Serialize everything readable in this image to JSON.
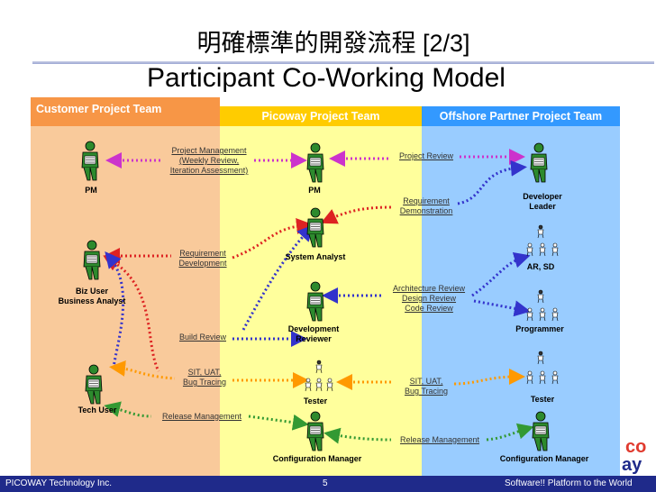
{
  "title": {
    "line1": "明確標準的開發流程  [2/3]",
    "line2": "Participant Co-Working Model"
  },
  "columns": {
    "customer": "Customer Project Team",
    "picoway": "Picoway Project Team",
    "offshore": "Offshore Partner Project Team"
  },
  "roles": {
    "customer_pm": "PM",
    "biz_user_1": "Biz User",
    "biz_user_2": "Business Analyst",
    "tech_user": "Tech User",
    "picoway_pm": "PM",
    "system_analyst": "System Analyst",
    "dev_reviewer_1": "Development",
    "dev_reviewer_2": "Reviewer",
    "picoway_tester": "Tester",
    "picoway_cm": "Configuration Manager",
    "dev_leader_1": "Developer",
    "dev_leader_2": "Leader",
    "ar_sd": "AR, SD",
    "programmer": "Programmer",
    "offshore_tester": "Tester",
    "offshore_cm": "Configuration Manager"
  },
  "links": {
    "pm_1": "Project Management",
    "pm_2": "(Weekly Review,",
    "pm_3": "Iteration Assessment)",
    "project_review": "Project Review",
    "req_demo_1": "Requirement",
    "req_demo_2": "Demonstration",
    "req_dev_1": "Requirement",
    "req_dev_2": "Development",
    "arch_1": "Architecture Review",
    "arch_2": "Design Review",
    "arch_3": "Code Review",
    "build_review": "Build Review",
    "sit_left_1": "SIT, UAT,",
    "sit_left_2": "Bug Tracing",
    "sit_right_1": "SIT, UAT,",
    "sit_right_2": "Bug Tracing",
    "release_left": "Release Management",
    "release_right": "Release Management"
  },
  "footer": {
    "company": "PICOWAY Technology Inc.",
    "page": "5",
    "slogan": "Software!! Platform to the World"
  },
  "colors": {
    "customer_bg": "#f9ca9b",
    "picoway_bg": "#ffff9c",
    "offshore_bg": "#99ccff",
    "pm_arrow": "#cc33cc",
    "req_arrow": "#dd2222",
    "review_arrow": "#3333cc",
    "test_arrow": "#ff9900",
    "release_arrow": "#339933"
  }
}
